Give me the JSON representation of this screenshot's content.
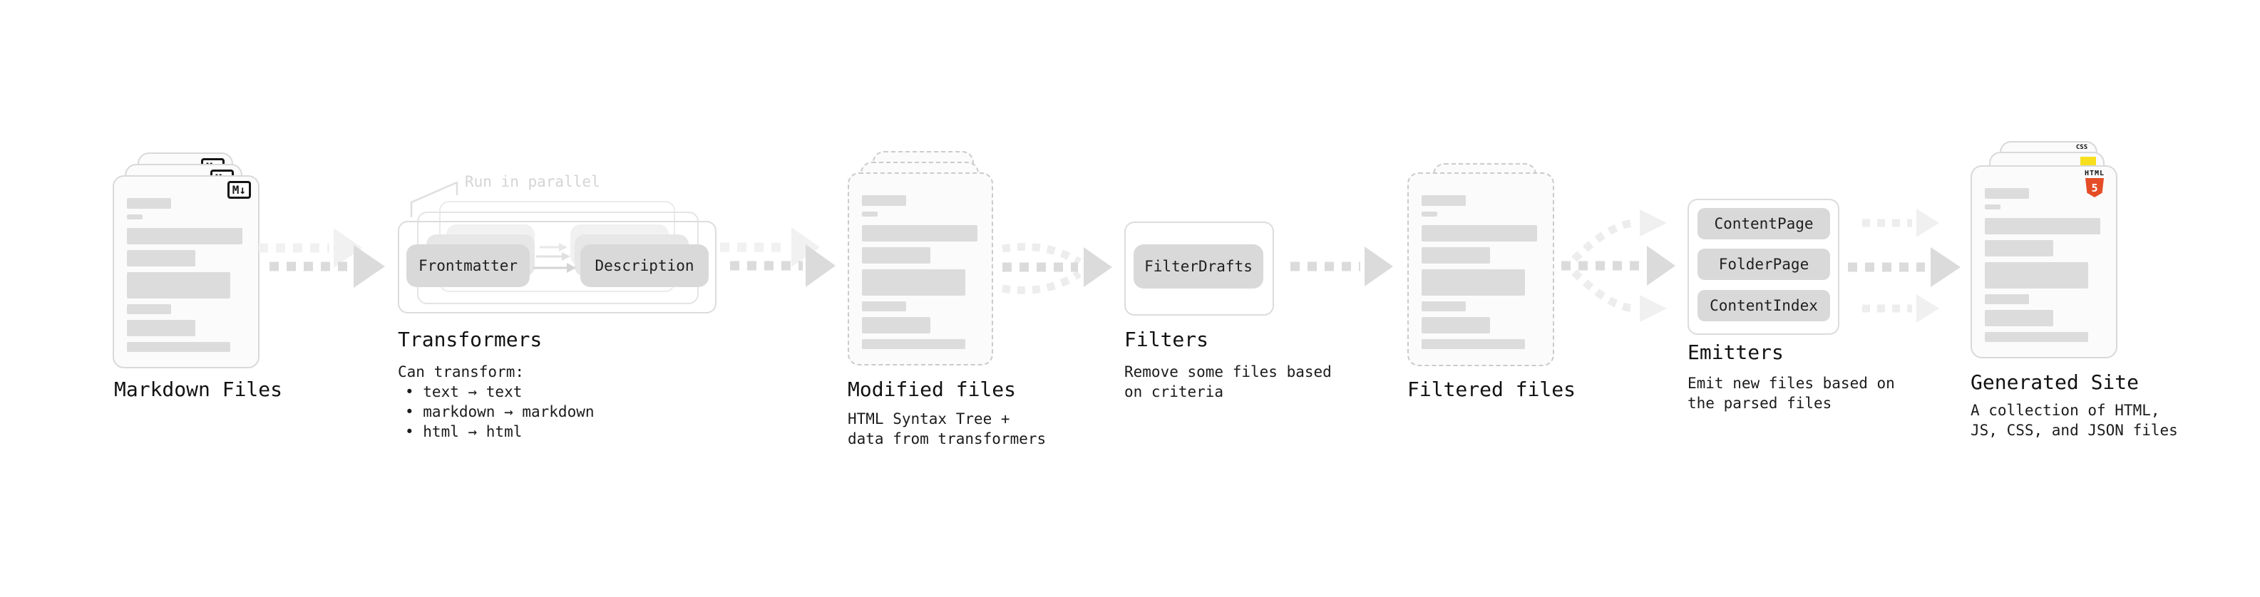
{
  "stages": {
    "markdown_files": {
      "label": "Markdown Files"
    },
    "transformers": {
      "label": "Transformers",
      "note": "Run in parallel",
      "pills": [
        "Frontmatter",
        "Description"
      ],
      "caption": "Can transform:",
      "bullets": [
        "• text → text",
        "• markdown → markdown",
        "• html → html"
      ]
    },
    "modified_files": {
      "label": "Modified files",
      "description": [
        "HTML Syntax Tree +",
        "data from transformers"
      ]
    },
    "filters": {
      "label": "Filters",
      "pill": "FilterDrafts",
      "description": [
        "Remove some files based",
        "on criteria"
      ]
    },
    "filtered_files": {
      "label": "Filtered files"
    },
    "emitters": {
      "label": "Emitters",
      "pills": [
        "ContentPage",
        "FolderPage",
        "ContentIndex"
      ],
      "description": [
        "Emit new files based on",
        "the parsed files"
      ]
    },
    "generated_site": {
      "label": "Generated Site",
      "description": [
        "A collection of HTML,",
        "JS, CSS, and JSON files"
      ]
    }
  },
  "icons": {
    "markdown_badge": "M↓",
    "html5_label": "HTML",
    "html5_digit": "5",
    "css_label": "CSS"
  },
  "colors": {
    "html5_orange": "#e44d26",
    "css_blue": "#2965f1",
    "js_yellow": "#f7df1e",
    "pill_gray": "#d9d9d9",
    "skeleton_gray": "#dcdcdc",
    "arrow_gray": "#dbdbdb",
    "arrow_faint": "#f1f1f1",
    "note_gray": "#d4d4d4",
    "text_dark": "#161616"
  }
}
